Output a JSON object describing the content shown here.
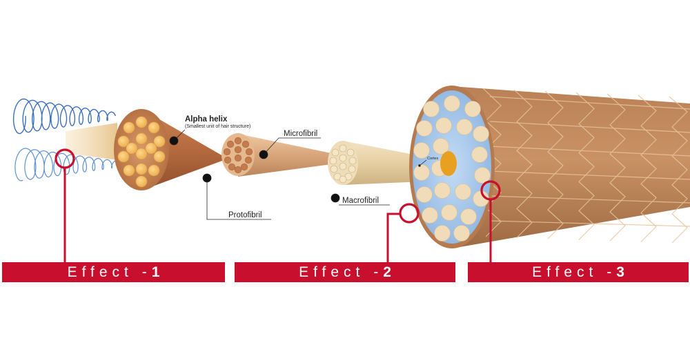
{
  "labels": {
    "alpha_helix": "Alpha helix",
    "alpha_helix_sub": "(Smallest unit of hair structure)",
    "microfibril": "Microfibril",
    "protofibril": "Protofibril",
    "macrofibril": "Macrofibril",
    "cortex": "Cortex"
  },
  "effects": [
    {
      "prefix": "Effect - ",
      "num": "1"
    },
    {
      "prefix": "Effect - ",
      "num": "2"
    },
    {
      "prefix": "Effect - ",
      "num": "3"
    }
  ],
  "colors": {
    "accent": "#c8102e",
    "helix": "#3a6fc0",
    "hair_shaft": "#c28a5a",
    "fibril_dot": "#f0c070",
    "cortex_bg": "#a8c8ec",
    "cortex_core": "#e8a020"
  }
}
